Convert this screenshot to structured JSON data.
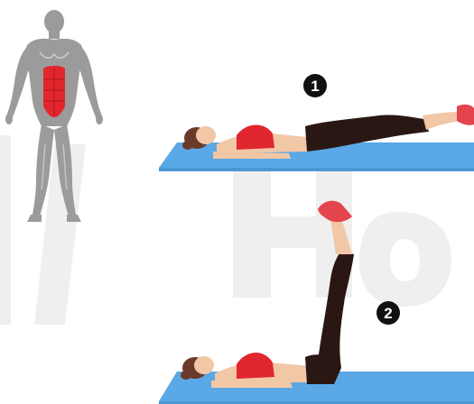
{
  "steps": [
    {
      "number": "1"
    },
    {
      "number": "2"
    }
  ],
  "colors": {
    "mat": "#5aa9e6",
    "mat_shadow": "#4b97d2",
    "top": "#e0262e",
    "leggings": "#2a1714",
    "shoe": "#e3444e",
    "skin": "#f2c7a6",
    "hair": "#6b3a2a",
    "body_map": "#9b9b9b",
    "target_muscle": "#e3262b",
    "watermark": "#eeeeee",
    "badge": "#111111"
  },
  "icons": {
    "muscle_map": "human-anatomy-figure-icon",
    "highlight": "abdominal-muscle-highlight"
  }
}
